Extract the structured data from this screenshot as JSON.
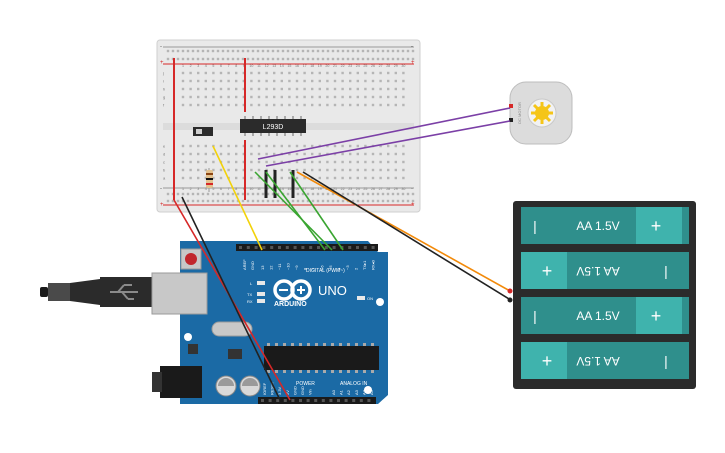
{
  "breadboard": {
    "row_labels_top": [
      "j",
      "i",
      "h",
      "g",
      "f"
    ],
    "row_labels_bottom": [
      "e",
      "d",
      "c",
      "b",
      "a"
    ],
    "column_numbers": [
      "1",
      "2",
      "3",
      "4",
      "5",
      "6",
      "7",
      "8",
      "9",
      "10",
      "11",
      "12",
      "13",
      "14",
      "15",
      "16",
      "17",
      "18",
      "19",
      "20",
      "21",
      "22",
      "23",
      "24",
      "25",
      "26",
      "27",
      "28",
      "29",
      "30"
    ],
    "power_minus": "-",
    "power_plus": "+"
  },
  "ic": {
    "label": "L293D"
  },
  "motor": {
    "label": "DC MOTOR"
  },
  "battery_pack": {
    "cells": [
      {
        "label": "AA 1.5V",
        "flipped": false
      },
      {
        "label": "AA 1.5V",
        "flipped": true
      },
      {
        "label": "AA 1.5V",
        "flipped": false
      },
      {
        "label": "AA 1.5V",
        "flipped": true
      }
    ],
    "plus": "+",
    "minus": "−",
    "colors": {
      "body": "#2b2b2b",
      "cell": "#2f8f8c",
      "cap": "#3fb3ad"
    }
  },
  "arduino": {
    "brand": "ARDUINO",
    "model": "UNO",
    "digital_header": "DIGITAL (PWM~)",
    "power_header": "POWER",
    "analog_header": "ANALOG IN",
    "aref": "AREF",
    "gnd": "GND",
    "digital_pins": [
      "13",
      "12",
      "~11",
      "~10",
      "~9",
      "8",
      "7",
      "~6",
      "~5",
      "4",
      "~3",
      "2",
      "TX▸1",
      "RX◂0"
    ],
    "power_pins": [
      "IOREF",
      "RESET",
      "3.3V",
      "5V",
      "GND",
      "GND",
      "Vin"
    ],
    "analog_pins": [
      "A0",
      "A1",
      "A2",
      "A3",
      "A4",
      "A5"
    ],
    "led_labels": [
      "L",
      "TX",
      "RX"
    ],
    "on_label": "ON",
    "colors": {
      "board": "#1b6aa5",
      "board_dark": "#15557f"
    }
  },
  "wire_colors": {
    "red": "#d62828",
    "black": "#222222",
    "yellow": "#f2d20a",
    "green": "#3aa531",
    "orange": "#f28a0a",
    "purple": "#7b3fa6"
  }
}
